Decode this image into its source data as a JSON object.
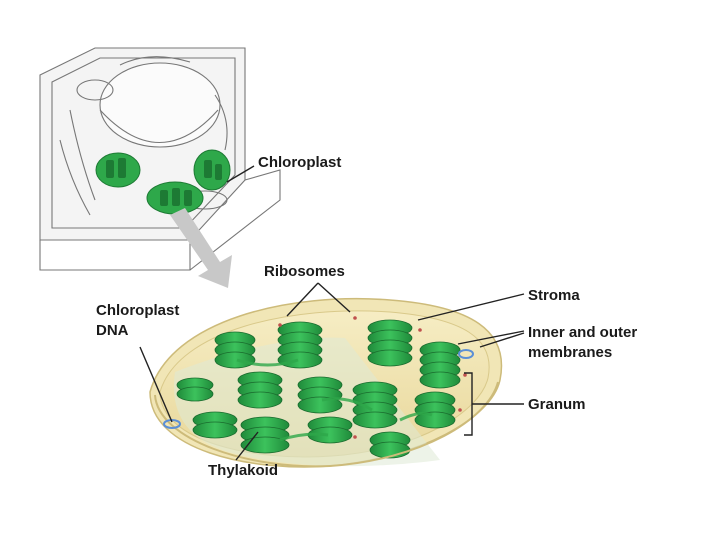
{
  "labels": {
    "chloroplast": "Chloroplast",
    "ribosomes": "Ribosomes",
    "stroma": "Stroma",
    "chloroplast_dna_line1": "Chloroplast",
    "chloroplast_dna_line2": "DNA",
    "membranes_line1": "Inner and outer",
    "membranes_line2": "membranes",
    "granum": "Granum",
    "thylakoid": "Thylakoid"
  },
  "colors": {
    "thylakoid_green": "#2ea84a",
    "thylakoid_dark": "#1d7a34",
    "stroma_yellow": "#efe1a6",
    "envelope": "#d9c98a",
    "dna_blue": "#5b8fd6",
    "arrow_gray": "#c8c8c8",
    "cell_outline": "#777777"
  }
}
